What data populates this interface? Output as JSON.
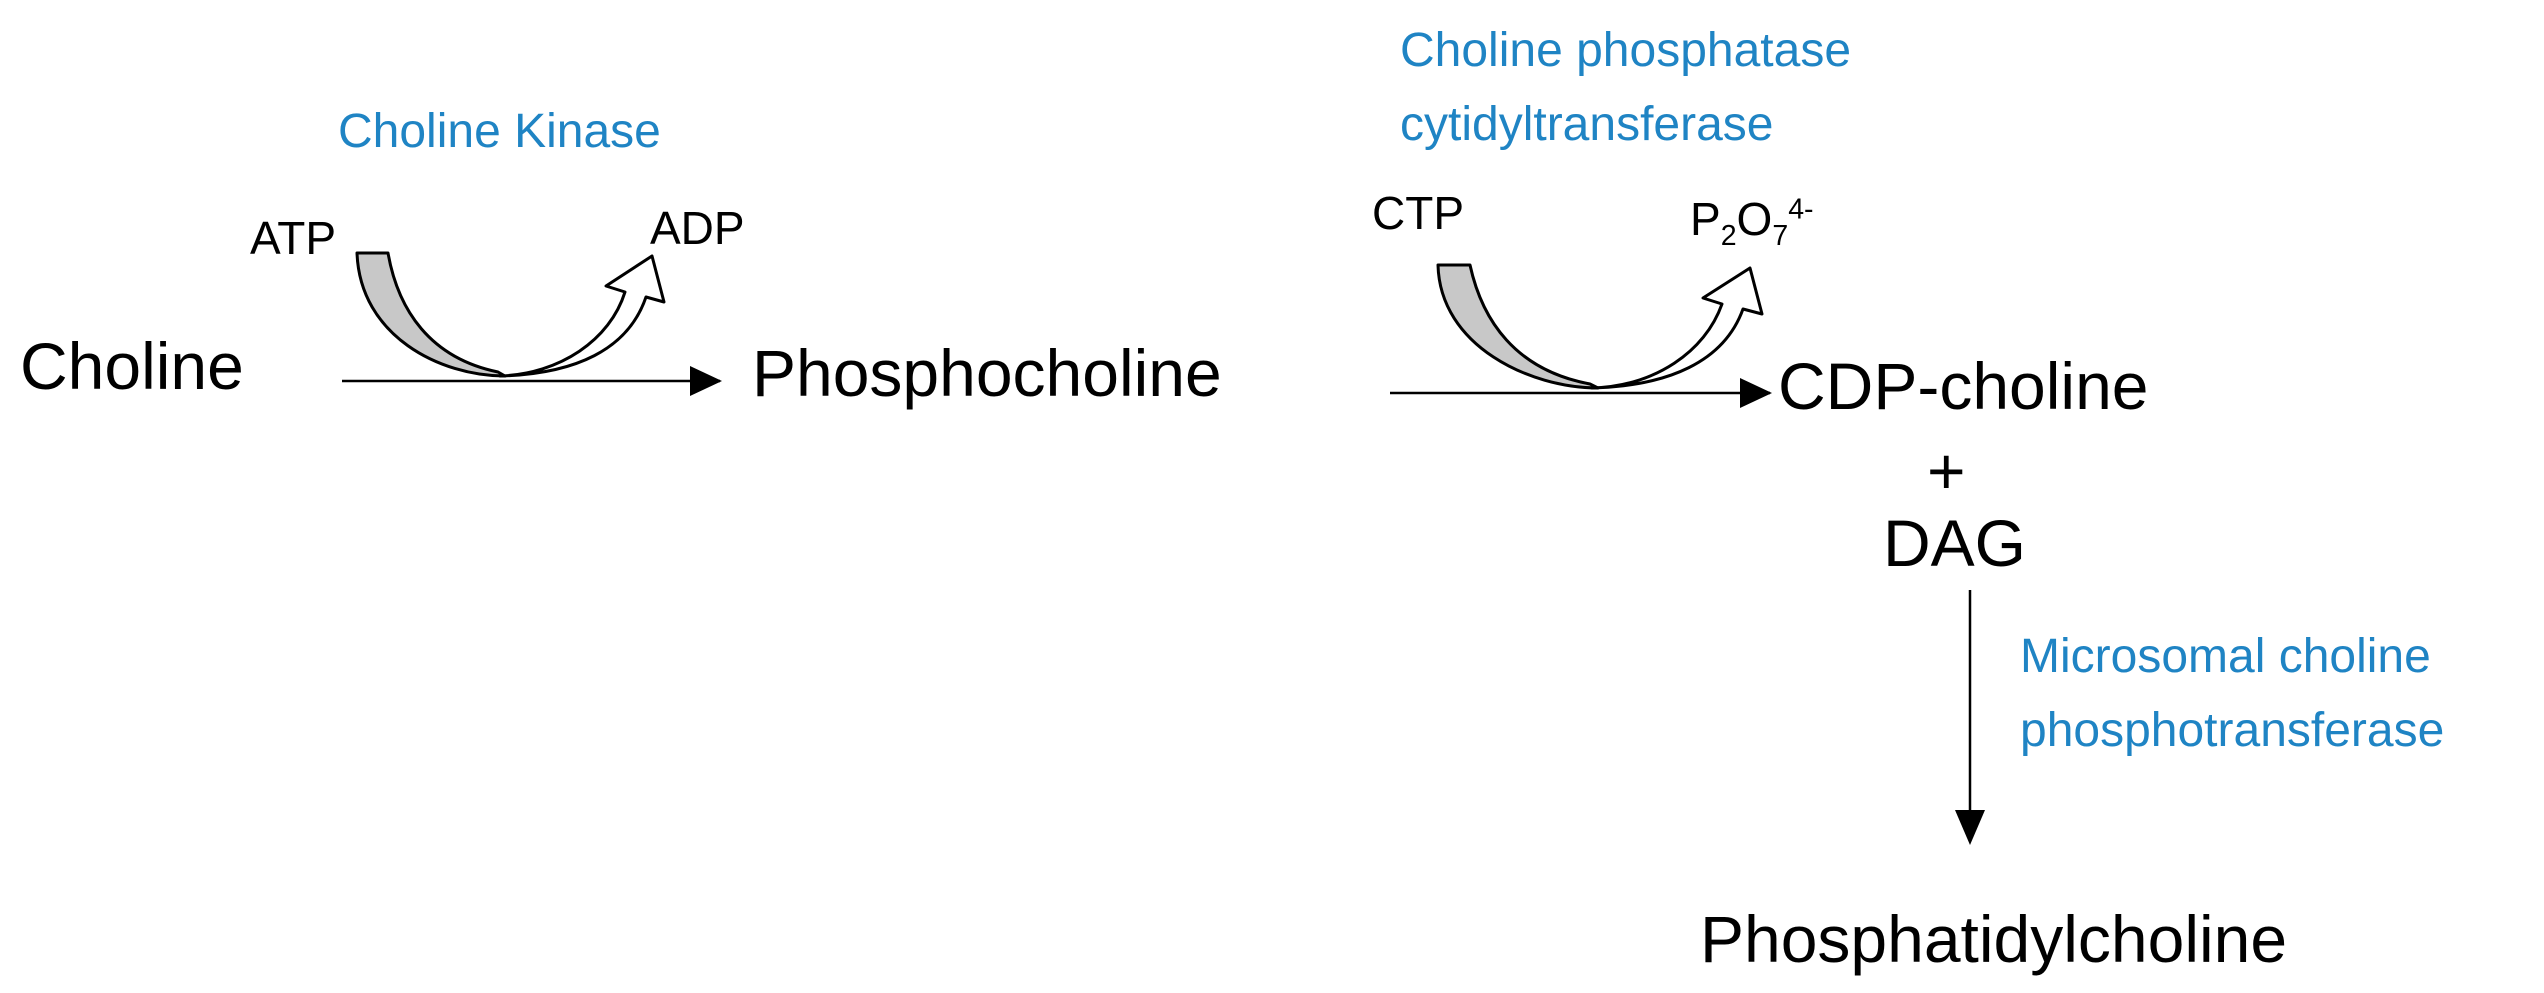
{
  "colors": {
    "compound": "#000000",
    "enzyme": "#1f84c4",
    "consumed_arrow_fill": "#c8c8c8",
    "released_arrow_fill": "#ffffff",
    "stroke": "#000000"
  },
  "compounds": {
    "choline": "Choline",
    "phosphocholine": "Phosphocholine",
    "cdp_choline": "CDP-choline",
    "plus": "+",
    "dag": "DAG",
    "phosphatidylcholine": "Phosphatidylcholine"
  },
  "cofactors": {
    "step1_in": "ATP",
    "step1_out": "ADP",
    "step2_in": "CTP",
    "step2_out": {
      "p": "P",
      "p_sub": "2",
      "o": "O",
      "o_sub": "7",
      "charge": "4-"
    }
  },
  "enzymes": {
    "step1": "Choline Kinase",
    "step2_line1": "Choline phosphatase",
    "step2_line2": "cytidyltransferase",
    "step3_line1": "Microsomal choline",
    "step3_line2": "phosphotransferase"
  },
  "icons": [
    "reaction-arrow",
    "cofactor-consumed-arrow-icon",
    "cofactor-released-arrow-icon"
  ]
}
